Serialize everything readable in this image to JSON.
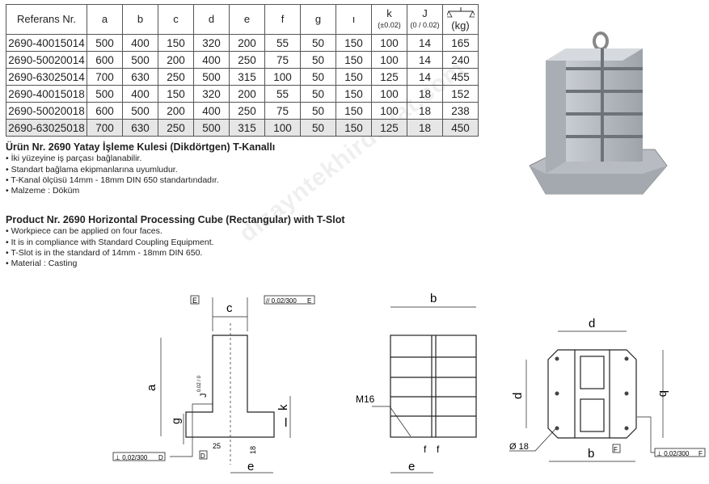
{
  "table": {
    "headers": [
      {
        "label": "Referans Nr."
      },
      {
        "label": "a"
      },
      {
        "label": "b"
      },
      {
        "label": "c"
      },
      {
        "label": "d"
      },
      {
        "label": "e"
      },
      {
        "label": "f"
      },
      {
        "label": "g"
      },
      {
        "label": "ı"
      },
      {
        "label": "k",
        "sub": "(±0.02)"
      },
      {
        "label": "J",
        "sub": "(0 / 0.02)"
      },
      {
        "label": "(kg)",
        "icon": "scale-icon"
      }
    ],
    "rows": [
      [
        "2690-40015014",
        "500",
        "400",
        "150",
        "320",
        "200",
        "55",
        "50",
        "150",
        "100",
        "14",
        "165"
      ],
      [
        "2690-50020014",
        "600",
        "500",
        "200",
        "400",
        "250",
        "75",
        "50",
        "150",
        "100",
        "14",
        "240"
      ],
      [
        "2690-63025014",
        "700",
        "630",
        "250",
        "500",
        "315",
        "100",
        "50",
        "150",
        "125",
        "14",
        "455"
      ],
      [
        "2690-40015018",
        "500",
        "400",
        "150",
        "320",
        "200",
        "55",
        "50",
        "150",
        "100",
        "18",
        "152"
      ],
      [
        "2690-50020018",
        "600",
        "500",
        "200",
        "400",
        "250",
        "75",
        "50",
        "150",
        "100",
        "18",
        "238"
      ],
      [
        "2690-63025018",
        "700",
        "630",
        "250",
        "500",
        "315",
        "100",
        "50",
        "150",
        "125",
        "18",
        "450"
      ]
    ]
  },
  "tr": {
    "title": "Ürün Nr. 2690 Yatay İşleme Kulesi (Dikdörtgen) T-Kanallı",
    "bullets": [
      "• İki yüzeyine iş parçası bağlanabilir.",
      "• Standart bağlama ekipmanlarına uyumludur.",
      "• T-Kanal ölçüsü 14mm - 18mm DIN 650 standartındadır.",
      "• Malzeme : Döküm"
    ]
  },
  "en": {
    "title": "Product Nr. 2690 Horizontal Processing Cube (Rectangular) with T-Slot",
    "bullets": [
      "• Workpiece can be applied on four faces.",
      "• It is in compliance with Standard Coupling Equipment.",
      "• T-Slot is in the standard of 14mm - 18mm DIN 650.",
      "• Material : Casting"
    ]
  },
  "watermark": "dizayntekhirdavat.com",
  "drawings": {
    "side": {
      "datum_e": "E",
      "parallel_tol": "// 0,02/300",
      "parallel_ref": "E",
      "c": "c",
      "a": "a",
      "j": "J",
      "j_tol": "0.02 / 0",
      "g": "g",
      "k": "k",
      "l": "l",
      "perp_tol": "⊥ 0,02/300",
      "perp_ref": "D",
      "datum_d": "D",
      "dim_25": "25",
      "dim_18": "18",
      "e": "e"
    },
    "front": {
      "b": "b",
      "m16": "M16",
      "f1": "f",
      "f2": "f",
      "e": "e"
    },
    "top": {
      "d_top": "d",
      "d_left": "d",
      "b_right": "b",
      "b_bottom": "b",
      "hole": "Ø 18",
      "datum_f": "F",
      "perp_tol": "⊥ 0,02/300",
      "perp_ref": "F"
    }
  }
}
